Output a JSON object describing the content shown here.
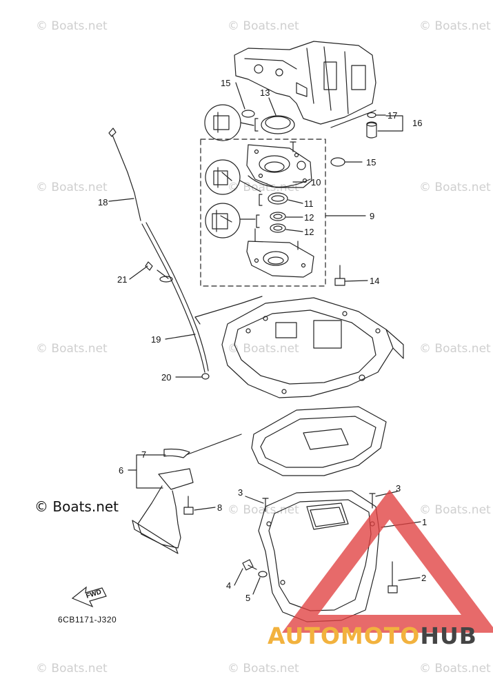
{
  "watermark": "© Boats.net",
  "brand_text": "© Boats.net",
  "diagram_code": "6CB1171-J320",
  "fwd_label": "FWD",
  "logo": {
    "part1": "AUTOMOTO",
    "part2": "HUB"
  },
  "callouts": {
    "c1": "1",
    "c2": "2",
    "c3a": "3",
    "c3b": "3",
    "c4": "4",
    "c5": "5",
    "c6": "6",
    "c7": "7",
    "c8": "8",
    "c9": "9",
    "c10": "10",
    "c11": "11",
    "c12a": "12",
    "c12b": "12",
    "c13": "13",
    "c14": "14",
    "c15a": "15",
    "c15b": "15",
    "c16": "16",
    "c17": "17",
    "c18": "18",
    "c19": "19",
    "c20": "20",
    "c21": "21"
  },
  "colors": {
    "line": "#222222",
    "watermark": "#cfcfcf",
    "logo_red": "#e04040",
    "logo_orange": "#f2b23e"
  }
}
